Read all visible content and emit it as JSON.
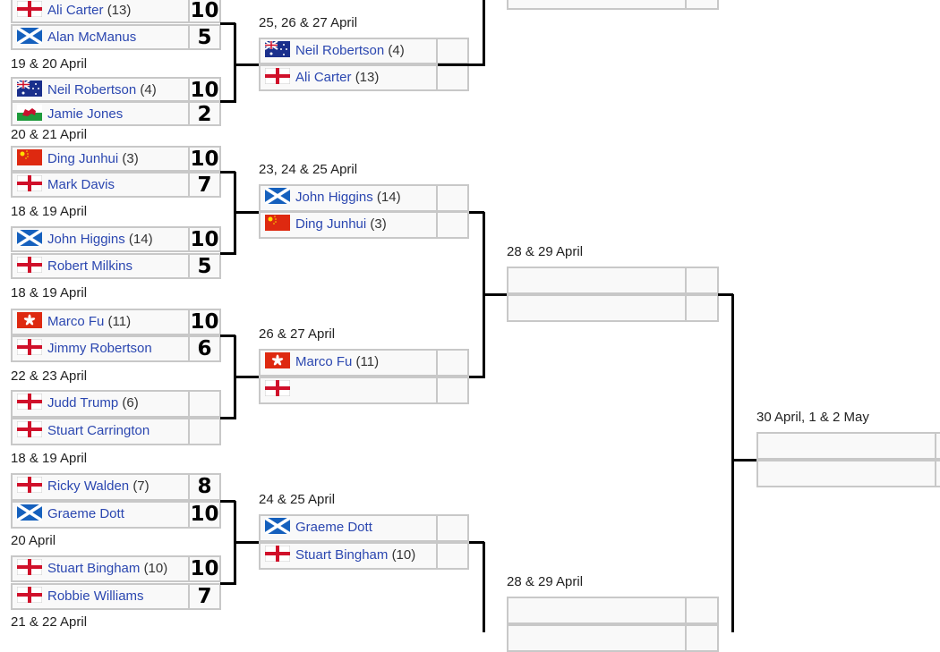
{
  "colors": {
    "link": "#2b47b0",
    "box_bg": "#f9f9f9",
    "box_border": "#c8c8c8",
    "line": "#000000"
  },
  "round1": [
    {
      "date": "",
      "players": [
        {
          "name": "Ali Carter",
          "seed": "(13)",
          "flag": "england",
          "score": "10"
        },
        {
          "name": "Alan McManus",
          "seed": "",
          "flag": "scotland",
          "score": "5"
        }
      ]
    },
    {
      "date": "19 & 20 April",
      "players": [
        {
          "name": "Neil Robertson",
          "seed": "(4)",
          "flag": "australia",
          "score": "10"
        },
        {
          "name": "Jamie Jones",
          "seed": "",
          "flag": "wales",
          "score": "2"
        }
      ]
    },
    {
      "date": "20 & 21 April",
      "players": [
        {
          "name": "Ding Junhui",
          "seed": "(3)",
          "flag": "china",
          "score": "10"
        },
        {
          "name": "Mark Davis",
          "seed": "",
          "flag": "england",
          "score": "7"
        }
      ]
    },
    {
      "date": "18 & 19 April",
      "players": [
        {
          "name": "John Higgins",
          "seed": "(14)",
          "flag": "scotland",
          "score": "10"
        },
        {
          "name": "Robert Milkins",
          "seed": "",
          "flag": "england",
          "score": "5"
        }
      ]
    },
    {
      "date": "18 & 19 April",
      "players": [
        {
          "name": "Marco Fu",
          "seed": "(11)",
          "flag": "hongkong",
          "score": "10"
        },
        {
          "name": "Jimmy Robertson",
          "seed": "",
          "flag": "england",
          "score": "6"
        }
      ]
    },
    {
      "date": "22 & 23 April",
      "players": [
        {
          "name": "Judd Trump",
          "seed": "(6)",
          "flag": "england",
          "score": ""
        },
        {
          "name": "Stuart Carrington",
          "seed": "",
          "flag": "england",
          "score": ""
        }
      ]
    },
    {
      "date": "18 & 19 April",
      "players": [
        {
          "name": "Ricky Walden",
          "seed": "(7)",
          "flag": "england",
          "score": "8"
        },
        {
          "name": "Graeme Dott",
          "seed": "",
          "flag": "scotland",
          "score": "10"
        }
      ]
    },
    {
      "date": "20 April",
      "players": [
        {
          "name": "Stuart Bingham",
          "seed": "(10)",
          "flag": "england",
          "score": "10"
        },
        {
          "name": "Robbie Williams",
          "seed": "",
          "flag": "england",
          "score": "7"
        }
      ]
    }
  ],
  "round1_next_date": "21 & 22 April",
  "round2": [
    {
      "date": "25, 26 & 27 April",
      "players": [
        {
          "name": "Neil Robertson",
          "seed": "(4)",
          "flag": "australia",
          "score": ""
        },
        {
          "name": "Ali Carter",
          "seed": "(13)",
          "flag": "england",
          "score": ""
        }
      ]
    },
    {
      "date": "23, 24 & 25 April",
      "players": [
        {
          "name": "John Higgins",
          "seed": "(14)",
          "flag": "scotland",
          "score": ""
        },
        {
          "name": "Ding Junhui",
          "seed": "(3)",
          "flag": "china",
          "score": ""
        }
      ]
    },
    {
      "date": "26 & 27 April",
      "players": [
        {
          "name": "Marco Fu",
          "seed": "(11)",
          "flag": "hongkong",
          "score": ""
        },
        {
          "name": "",
          "seed": "",
          "flag": "england",
          "score": ""
        }
      ]
    },
    {
      "date": "24 & 25 April",
      "players": [
        {
          "name": "Graeme Dott",
          "seed": "",
          "flag": "scotland",
          "score": ""
        },
        {
          "name": "Stuart Bingham",
          "seed": "(10)",
          "flag": "england",
          "score": ""
        }
      ]
    }
  ],
  "quarterfinals": [
    {
      "date": "",
      "players": [
        {
          "name": "",
          "seed": "",
          "flag": "",
          "score": ""
        },
        {
          "name": "",
          "seed": "",
          "flag": "",
          "score": ""
        }
      ]
    },
    {
      "date": "28 & 29 April",
      "players": [
        {
          "name": "",
          "seed": "",
          "flag": "",
          "score": ""
        },
        {
          "name": "",
          "seed": "",
          "flag": "",
          "score": ""
        }
      ]
    },
    {
      "date": "28 & 29 April",
      "players": [
        {
          "name": "",
          "seed": "",
          "flag": "",
          "score": ""
        },
        {
          "name": "",
          "seed": "",
          "flag": "",
          "score": ""
        }
      ]
    }
  ],
  "semifinal": [
    {
      "date": "30 April, 1 & 2 May",
      "players": [
        {
          "name": "",
          "seed": "",
          "flag": "",
          "score": ""
        },
        {
          "name": "",
          "seed": "",
          "flag": "",
          "score": ""
        }
      ]
    }
  ]
}
